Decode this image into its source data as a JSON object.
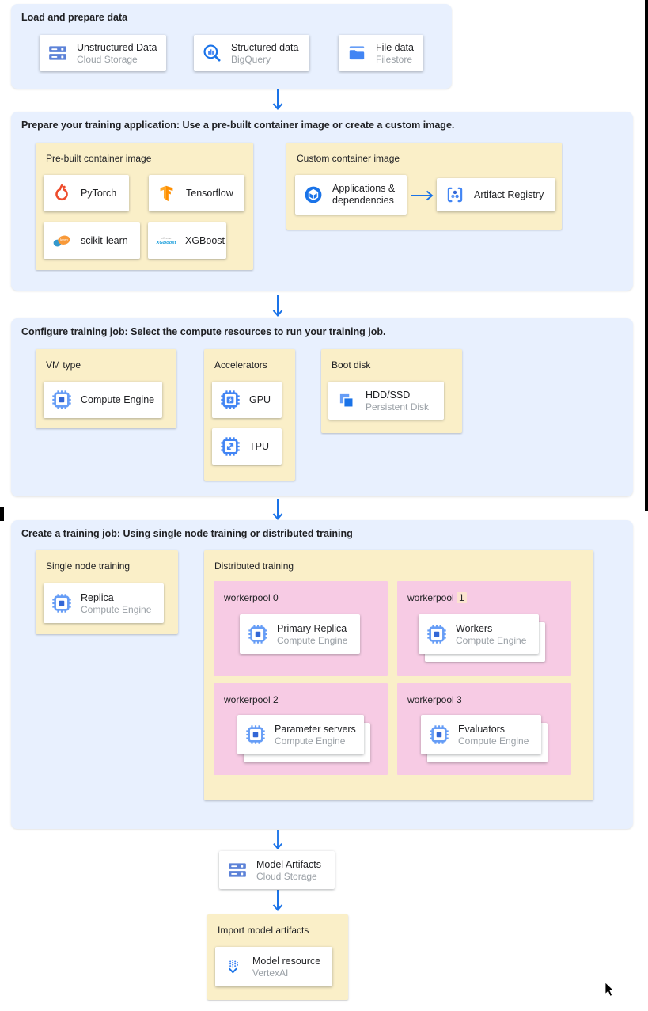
{
  "colors": {
    "section_bg": "#e8f0fe",
    "group_bg": "#faefc8",
    "pool_bg": "#f7cbe4",
    "card_bg": "#ffffff",
    "arrow": "#1a73e8",
    "title_text": "#202124",
    "subtitle_text": "#9aa0a6",
    "pool1_number_highlight": "#fbe3cf",
    "pytorch_orange": "#ee4c2c",
    "tensorflow_orange": "#ff8f00",
    "xgboost_blue": "#1a9edb",
    "google_blue": "#4285f4"
  },
  "load_section": {
    "title": "Load and prepare data",
    "cards": [
      {
        "title": "Unstructured Data",
        "subtitle": "Cloud Storage",
        "icon": "cloud-storage-icon"
      },
      {
        "title": "Structured data",
        "subtitle": "BigQuery",
        "icon": "bigquery-icon"
      },
      {
        "title": "File data",
        "subtitle": "Filestore",
        "icon": "filestore-icon"
      }
    ]
  },
  "prepare_section": {
    "title": "Prepare your training application: Use a pre-built container image or create a custom image.",
    "prebuilt": {
      "label": "Pre-built container image",
      "frameworks": [
        "PyTorch",
        "Tensorflow",
        "scikit-learn",
        "XGBoost"
      ],
      "icons": [
        "pytorch-icon",
        "tensorflow-icon",
        "scikit-learn-icon",
        "xgboost-icon"
      ]
    },
    "custom": {
      "label": "Custom container image",
      "source": "Applications & dependencies",
      "source_icon": "applications-dependencies-icon",
      "target": "Artifact Registry",
      "target_icon": "artifact-registry-icon"
    }
  },
  "configure_section": {
    "title": "Configure training job: Select the compute resources to run your training job.",
    "vm": {
      "label": "VM type",
      "card": "Compute Engine",
      "icon": "compute-engine-icon"
    },
    "accelerators": {
      "label": "Accelerators",
      "cards": [
        "GPU",
        "TPU"
      ],
      "icons": [
        "gpu-icon",
        "tpu-icon"
      ]
    },
    "boot": {
      "label": "Boot disk",
      "card": {
        "title": "HDD/SSD",
        "subtitle": "Persistent Disk",
        "icon": "persistent-disk-icon"
      }
    }
  },
  "training_section": {
    "title": "Create a training job: Using single node training or distributed training",
    "single": {
      "label": "Single node training",
      "card": {
        "title": "Replica",
        "subtitle": "Compute Engine",
        "icon": "compute-engine-icon"
      }
    },
    "distributed": {
      "label": "Distributed training",
      "pools": [
        {
          "name": "workerpool",
          "index": "0",
          "card": {
            "title": "Primary Replica",
            "subtitle": "Compute Engine",
            "icon": "compute-engine-icon"
          }
        },
        {
          "name": "workerpool",
          "index": "1",
          "card": {
            "title": "Workers",
            "subtitle": "Compute Engine",
            "icon": "compute-engine-icon"
          }
        },
        {
          "name": "workerpool",
          "index": "2",
          "card": {
            "title": "Parameter servers",
            "subtitle": "Compute Engine",
            "icon": "compute-engine-icon"
          }
        },
        {
          "name": "workerpool",
          "index": "3",
          "card": {
            "title": "Evaluators",
            "subtitle": "Compute Engine",
            "icon": "compute-engine-icon"
          }
        }
      ]
    }
  },
  "output_card": {
    "title": "Model Artifacts",
    "subtitle": "Cloud Storage",
    "icon": "cloud-storage-icon"
  },
  "import_section": {
    "label": "Import model artifacts",
    "card": {
      "title": "Model resource",
      "subtitle": "VertexAI",
      "icon": "vertex-ai-model-icon"
    }
  }
}
